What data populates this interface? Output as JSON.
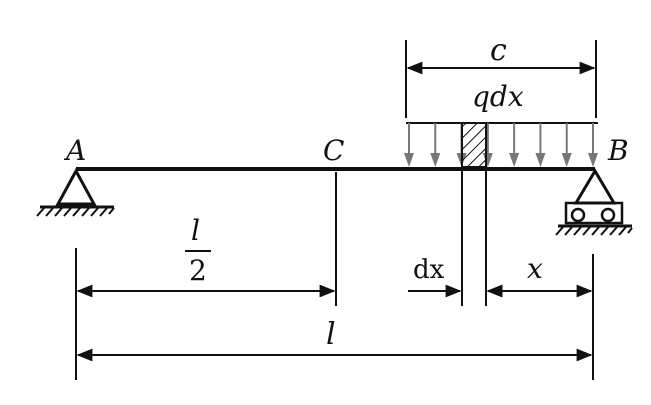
{
  "labels": {
    "support_left": "A",
    "support_right": "B",
    "midpoint": "C",
    "load_length": "c",
    "load_element": "qdx",
    "half_span_num": "l",
    "half_span_den": "2",
    "element_width": "dx",
    "element_position": "x",
    "span": "l"
  },
  "load": {
    "arrow_count": 8,
    "type": "uniformly distributed"
  },
  "colors": {
    "ink": "#111111",
    "load_arrows": "#777777"
  }
}
